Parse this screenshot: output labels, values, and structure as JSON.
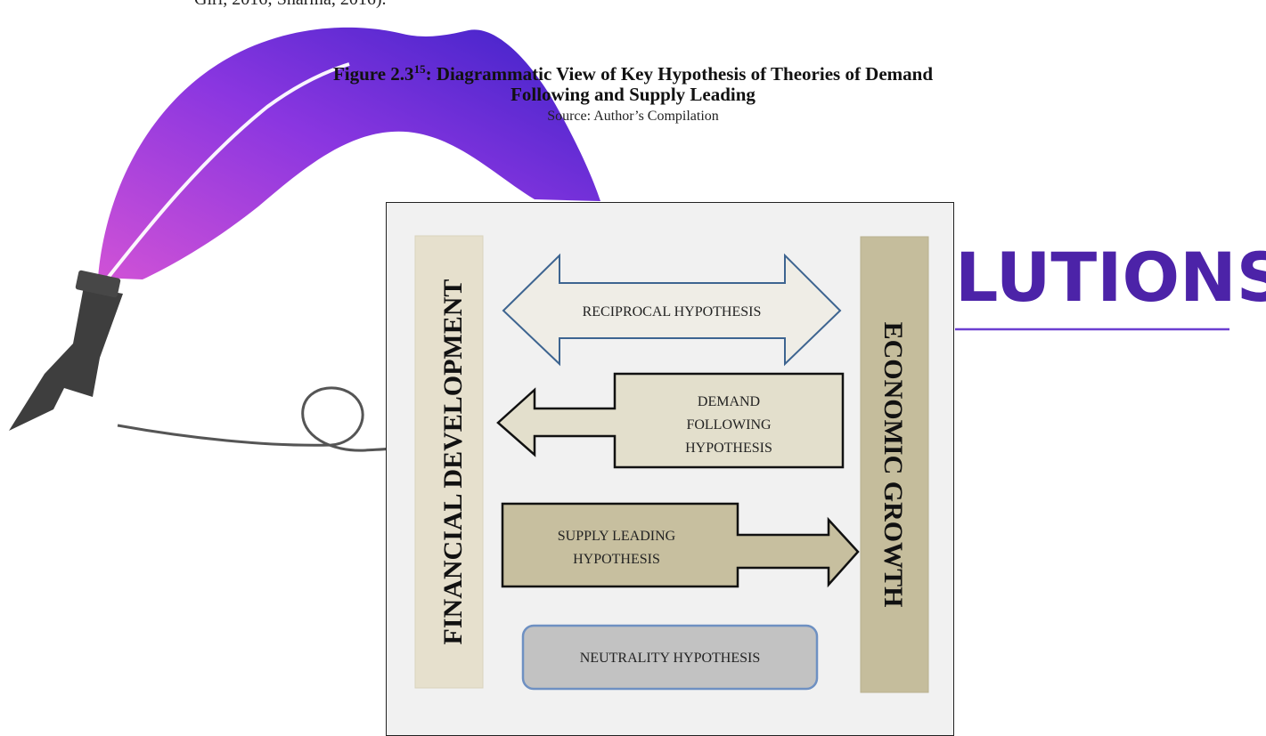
{
  "page": {
    "top_text": "Giri, 2016; Sharma, 2016).",
    "figure_title_prefix": "Figure 2.3",
    "figure_title_sup": "15",
    "figure_title_line1_rest": ": Diagrammatic View of Key Hypothesis of Theories of Demand",
    "figure_title_line2": "Following and Supply Leading",
    "source": "Source: Author’s Compilation"
  },
  "watermark": {
    "text": "LUTIONS"
  },
  "diagram": {
    "left_bar": "FINANCIAL DEVELOPMENT",
    "right_bar": "ECONOMIC GROWTH",
    "reciprocal": "RECIPROCAL HYPOTHESIS",
    "demand_line1": "DEMAND",
    "demand_line2": "FOLLOWING",
    "demand_line3": "HYPOTHESIS",
    "supply_line1": "SUPPLY LEADING",
    "supply_line2": "HYPOTHESIS",
    "neutrality": "NEUTRALITY HYPOTHESIS"
  },
  "colors": {
    "bar_left": "#e6e0cd",
    "bar_right": "#c5bd9c",
    "reciprocal_fill": "#efede6",
    "reciprocal_stroke": "#3d6490",
    "demand_fill": "#e3dfcc",
    "supply_fill": "#c7bf9f",
    "neutral_fill": "#c2c2c2",
    "neutral_stroke": "#6e90c2",
    "feather_purple": "#7b2fd8",
    "watermark_purple": "#4c23a8"
  }
}
